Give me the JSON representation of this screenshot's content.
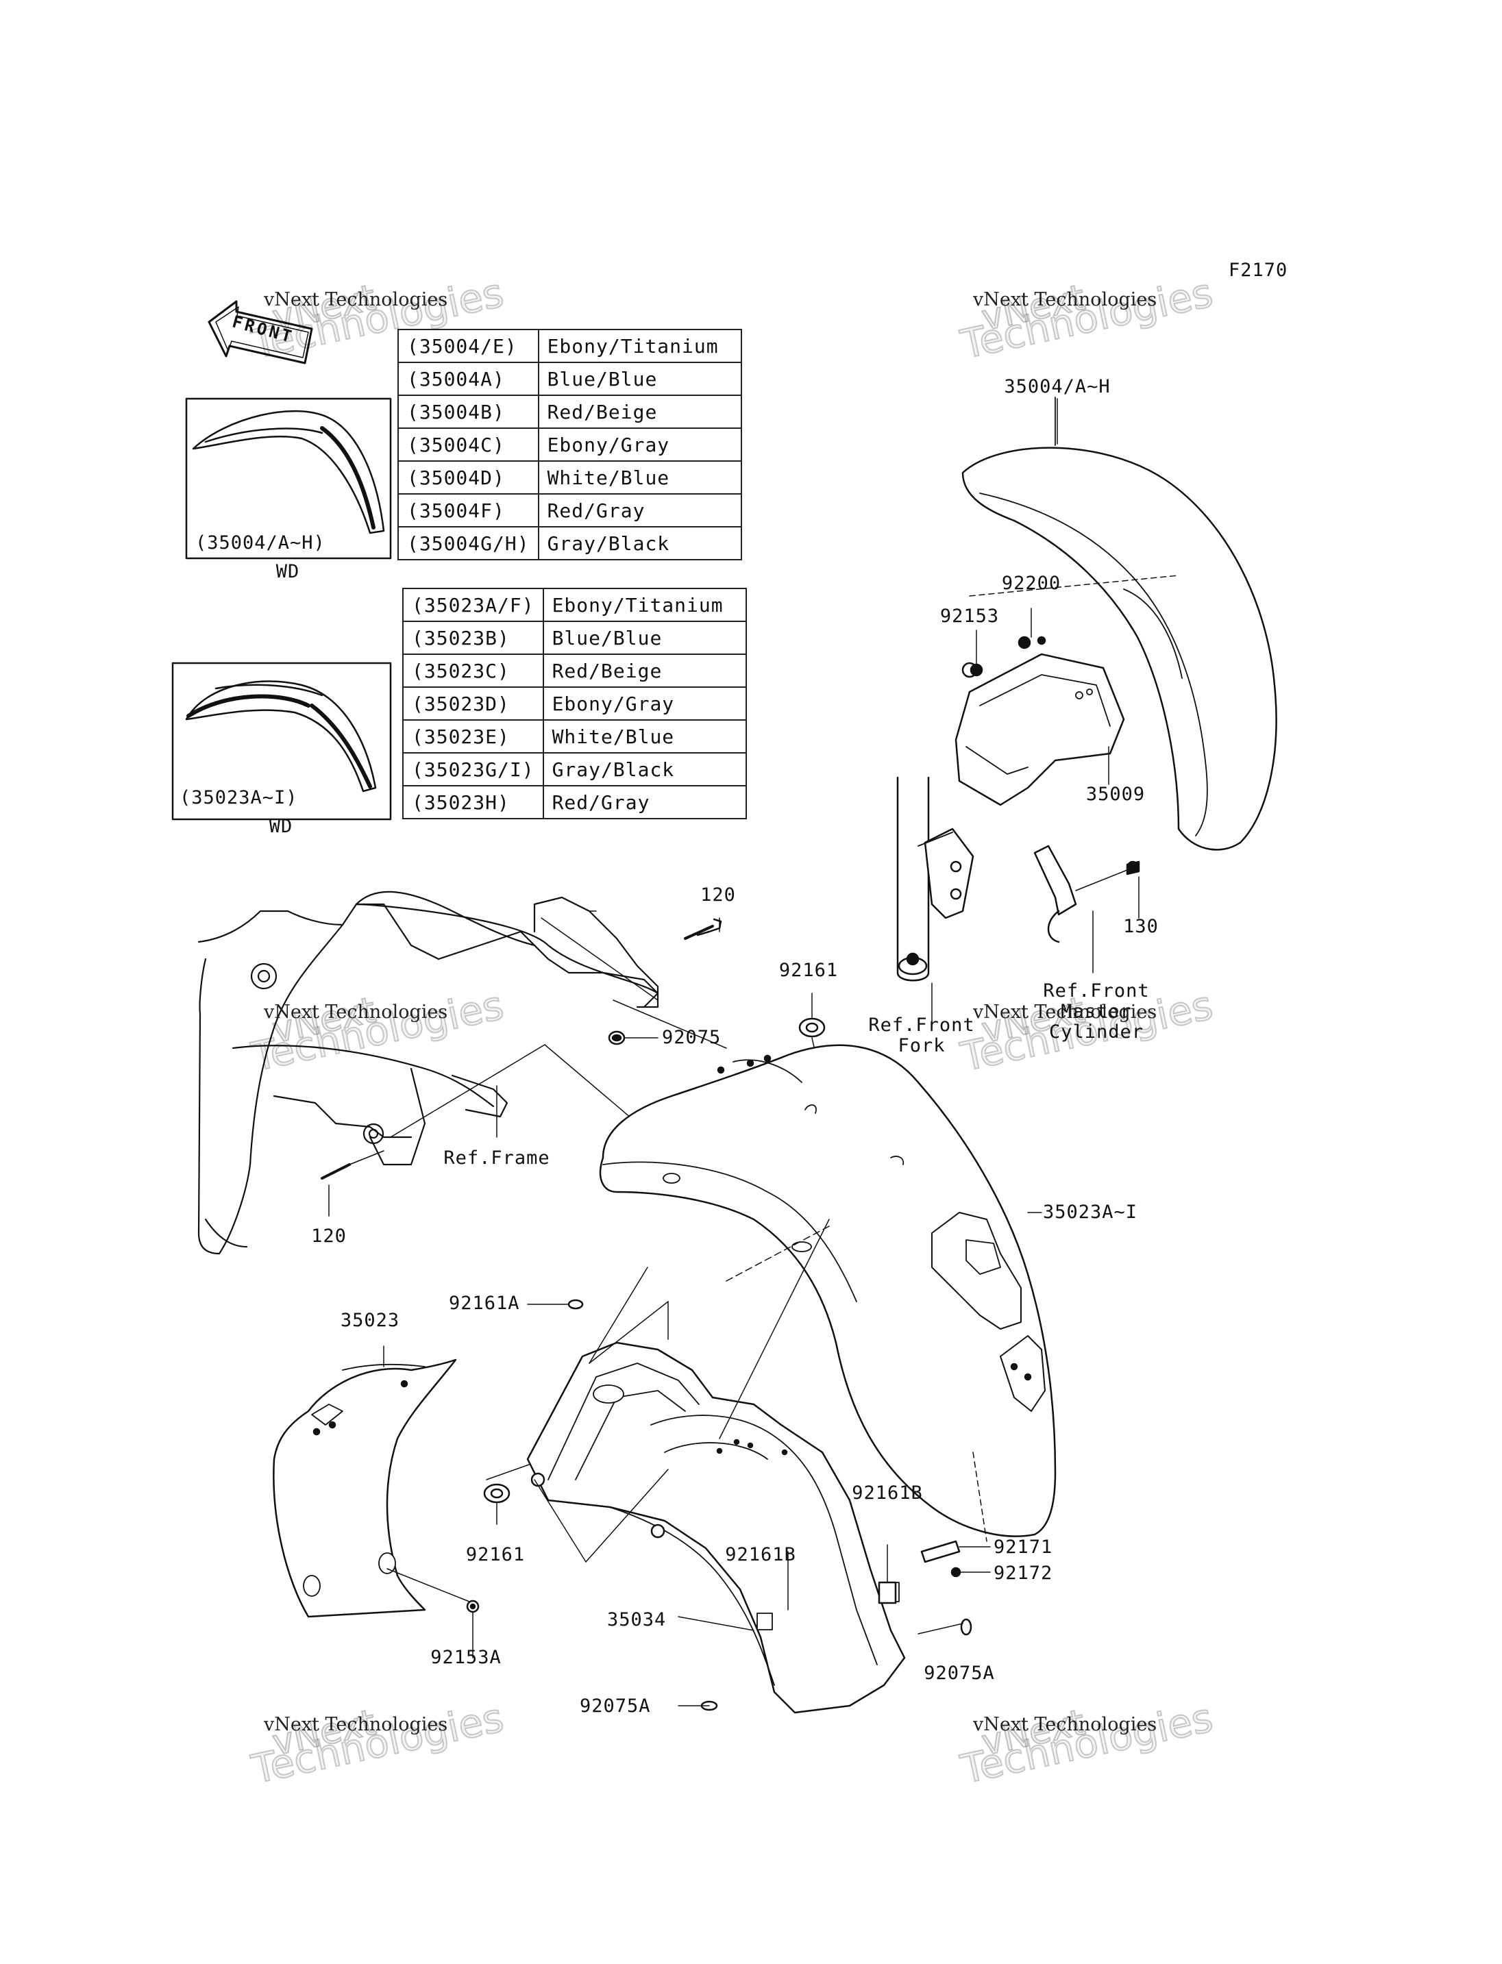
{
  "figure_code": "F2170",
  "front_badge": "FRONT",
  "watermark": {
    "line1": "vNext",
    "line2": "vNext Technologies",
    "line3": "Technologies"
  },
  "table_front": {
    "rows": [
      {
        "code": "(35004/E)",
        "color": "Ebony/Titanium"
      },
      {
        "code": "(35004A)",
        "color": "Blue/Blue"
      },
      {
        "code": "(35004B)",
        "color": "Red/Beige"
      },
      {
        "code": "(35004C)",
        "color": "Ebony/Gray"
      },
      {
        "code": "(35004D)",
        "color": "White/Blue"
      },
      {
        "code": "(35004F)",
        "color": "Red/Gray"
      },
      {
        "code": "(35004G/H)",
        "color": "Gray/Black"
      }
    ]
  },
  "table_rear": {
    "rows": [
      {
        "code": "(35023A/F)",
        "color": "Ebony/Titanium"
      },
      {
        "code": "(35023B)",
        "color": "Blue/Blue"
      },
      {
        "code": "(35023C)",
        "color": "Red/Beige"
      },
      {
        "code": "(35023D)",
        "color": "Ebony/Gray"
      },
      {
        "code": "(35023E)",
        "color": "White/Blue"
      },
      {
        "code": "(35023G/I)",
        "color": "Gray/Black"
      },
      {
        "code": "(35023H)",
        "color": "Red/Gray"
      }
    ]
  },
  "inset_front": {
    "caption": "(35004/A~H)",
    "note": "WD"
  },
  "inset_rear": {
    "caption": "(35023A~I)",
    "note": "WD"
  },
  "callouts": {
    "p35004": "35004/A~H",
    "p92200": "92200",
    "p92153": "92153",
    "p35009": "35009",
    "p130": "130",
    "ref_fork": "Ref.Front\nFork",
    "ref_master": "Ref.Front\nMaster\nCylinder",
    "p120_top": "120",
    "p92161_top": "92161",
    "p92075": "92075",
    "ref_frame": "Ref.Frame",
    "p120_bottom": "120",
    "p35023A_I": "35023A~I",
    "p92161A": "92161A",
    "p35023": "35023",
    "p92161_bottom": "92161",
    "p92161B_right": "92161B",
    "p92161B_mid": "92161B",
    "p92171": "92171",
    "p92172": "92172",
    "p35034": "35034",
    "p92153A": "92153A",
    "p92075A_right": "92075A",
    "p92075A_bottom": "92075A"
  }
}
